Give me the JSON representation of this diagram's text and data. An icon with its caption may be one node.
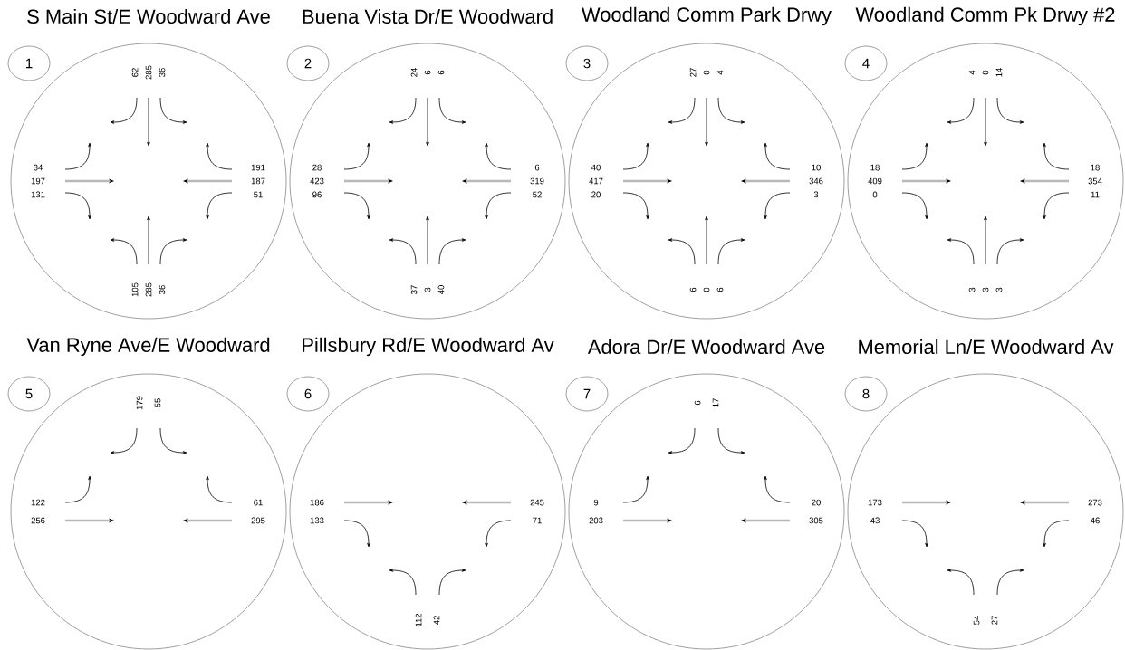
{
  "diagram": {
    "nodes": [
      {
        "text": [
          "1"
        ]
      },
      {
        "text": [
          "S Main St/E Woodward Ave",
          "62 285 36",
          "34 197 131",
          "191 187 51",
          "105 285 36"
        ]
      },
      {
        "text": [
          "2"
        ]
      },
      {
        "text": [
          "Buena Vista Dr/E Woodward",
          "24 6 6",
          "28 423 96",
          "6 319 52",
          "37 3 40"
        ]
      },
      {
        "text": [
          "3"
        ]
      },
      {
        "text": [
          "Woodland Comm Park Drwy",
          "27 0 4",
          "40 417 20",
          "10 346 3",
          "6 0 6"
        ]
      },
      {
        "text": [
          "4"
        ]
      },
      {
        "text": [
          "Woodland Comm Pk Drwy #2",
          "4 0 14",
          "18 409 0",
          "18 354 11",
          "3 3 3"
        ]
      },
      {
        "text": [
          "5"
        ]
      },
      {
        "text": [
          "Van Ryne Ave/E Woodward",
          "179 55",
          "122 256",
          "61 295"
        ]
      },
      {
        "text": [
          "6"
        ]
      },
      {
        "text": [
          "Pillsbury Rd/E Woodward Av",
          "186 133",
          "245 71",
          "112 42"
        ]
      },
      {
        "text": [
          "7"
        ]
      },
      {
        "text": [
          "Adora Dr/E Woodward Ave",
          "6 17",
          "9 203",
          "20 305"
        ]
      },
      {
        "text": [
          "8"
        ]
      },
      {
        "text": [
          "Memorial Ln/E Woodward Av",
          "173 43",
          "273 46",
          "54 27"
        ]
      }
    ]
  }
}
